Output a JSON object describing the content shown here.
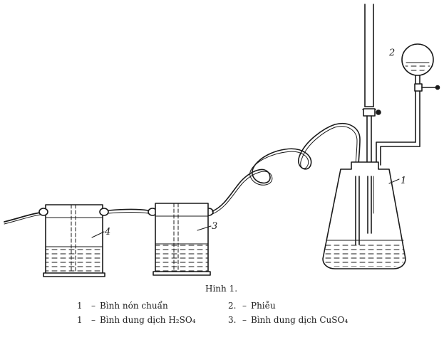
{
  "figure": {
    "labels": {
      "flask": "1",
      "funnel": "2",
      "beaker_right": "3",
      "beaker_left": "4"
    },
    "caption_title": "Hinh 1.",
    "legend": [
      {
        "num": "1",
        "sep": "–",
        "text": "Bình nón chuẩn"
      },
      {
        "num": "2.",
        "sep": "–",
        "text": "Phiễu"
      },
      {
        "num": "1",
        "sep": "–",
        "text": "Bình dung dịch H₂SO₄"
      },
      {
        "num": "3.",
        "sep": "–",
        "text": "Bình dung dịch CuSO₄"
      }
    ]
  }
}
